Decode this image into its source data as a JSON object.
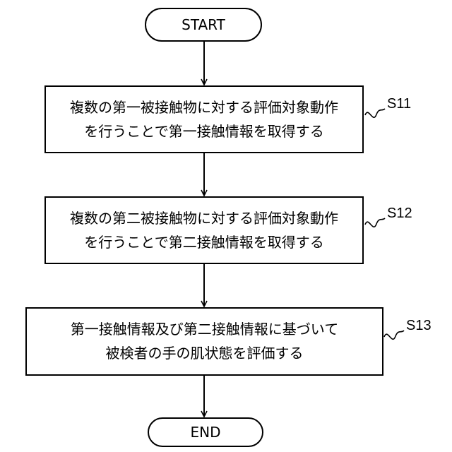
{
  "start_label": "START",
  "end_label": "END",
  "steps": [
    {
      "id": "S11",
      "text": "複数の第一被接触物に対する評価対象動作\nを行うことで第一接触情報を取得する"
    },
    {
      "id": "S12",
      "text": "複数の第二被接触物に対する評価対象動作\nを行うことで第二接触情報を取得する"
    },
    {
      "id": "S13",
      "text": "第一接触情報及び第二接触情報に基づいて\n被検者の手の肌状態を評価する"
    }
  ]
}
